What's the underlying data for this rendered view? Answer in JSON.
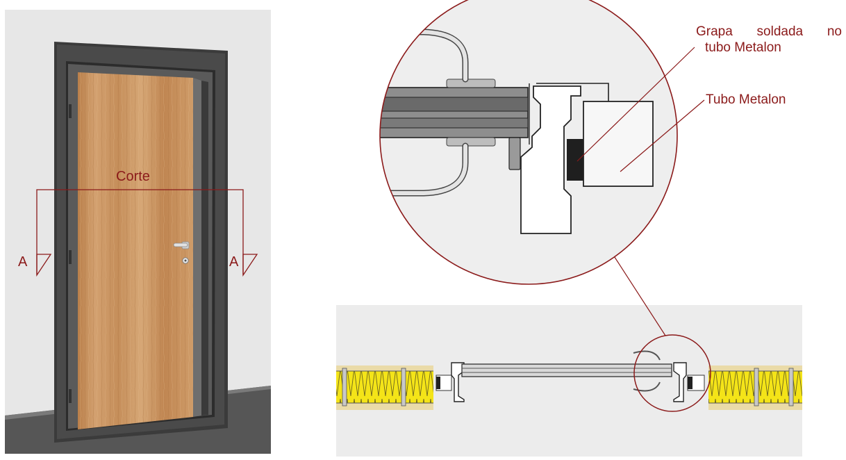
{
  "labels": {
    "section_title": "Corte",
    "section_mark_left": "A",
    "section_mark_right": "A",
    "callout_clip_line1": "Grapa soldada no",
    "callout_clip_line2": "tubo Metalon",
    "callout_tube": "Tubo Metalon"
  },
  "colors": {
    "annotation": "#8b1a1a",
    "door_wood": "#c89460",
    "frame_dark": "#3a3a3a",
    "wall_light": "#e6e6e6",
    "insulation": "#f2e21a"
  }
}
